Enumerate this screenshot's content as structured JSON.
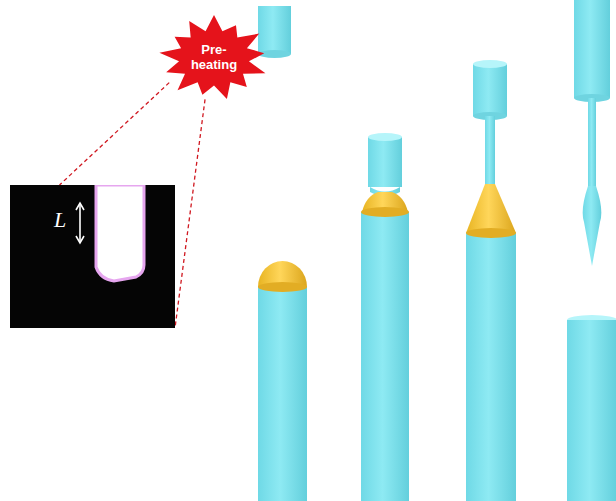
{
  "diagram": {
    "nodes": [
      {
        "text": [
          "Pre- heating"
        ]
      },
      {
        "text": [
          "L"
        ]
      }
    ],
    "edges": [
      {
        "from": 0,
        "to": 1,
        "arrow": "none"
      },
      {
        "from": 0,
        "to": 1,
        "arrow": "none"
      }
    ]
  }
}
